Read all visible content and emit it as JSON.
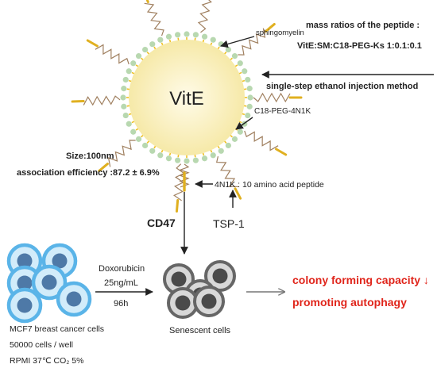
{
  "labels": {
    "sphingomyelin": "sphingomyelin",
    "mass_ratio_title": "mass ratios of the peptide :",
    "mass_ratio_value": "VitE:SM:C18-PEG-Ks 1:0.1:0.1",
    "method": "single-step ethanol injection method",
    "vite": "VitE",
    "c18_peg": "C18-PEG-4N1K",
    "size": "Size:100nm",
    "association": "association efficiency :87.2 ± 6.9%",
    "peptide": "4N1K : 10 amino acid peptide",
    "cd47": "CD47",
    "tsp1": "TSP-1",
    "doxorubicin": "Doxorubicin",
    "dose": "25ng/mL",
    "duration": "96h",
    "senescent": "Senescent cells",
    "outcome1": "colony forming capacity ↓",
    "outcome2": "promoting autophagy",
    "mcf7_1": "MCF7 breast cancer cells",
    "mcf7_2": "50000 cells / well",
    "mcf7_3": "RPMI 37℃ CO₂ 5%"
  },
  "colors": {
    "lipid_head": "#b8d8b0",
    "lipid_tail": "#f0c020",
    "core_center": "#fbf5d6",
    "core_edge": "#f6e9a8",
    "peptide_stem": "#e0b020",
    "chain": "#a08060",
    "mcf7_outer": "#5ab4e8",
    "mcf7_inner": "#d2ecfa",
    "mcf7_nucleus": "#4e79a7",
    "sen_outer": "#666666",
    "sen_inner": "#d8d8d8",
    "sen_nucleus": "#4a4a4a",
    "outcome": "#e0251b"
  }
}
